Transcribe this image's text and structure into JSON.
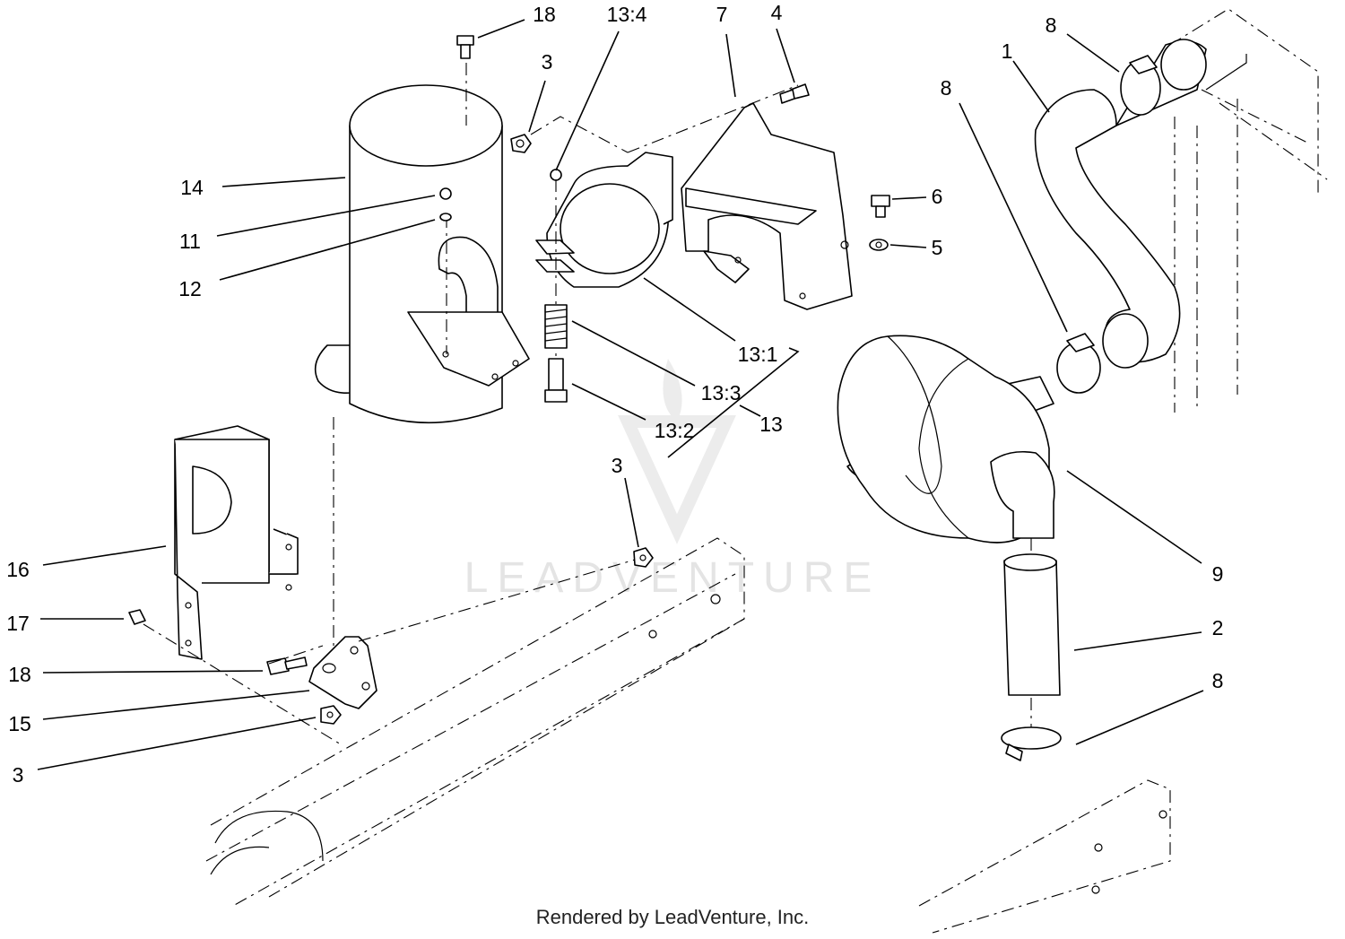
{
  "watermark": "LEADVENTURE",
  "footer": "Rendered by LeadVenture, Inc.",
  "callouts": [
    {
      "id": "c18-top",
      "label": "18"
    },
    {
      "id": "c13-4",
      "label": "13:4"
    },
    {
      "id": "c7",
      "label": "7"
    },
    {
      "id": "c4",
      "label": "4"
    },
    {
      "id": "c3-top",
      "label": "3"
    },
    {
      "id": "c14",
      "label": "14"
    },
    {
      "id": "c11",
      "label": "11"
    },
    {
      "id": "c12",
      "label": "12"
    },
    {
      "id": "c6",
      "label": "6"
    },
    {
      "id": "c5",
      "label": "5"
    },
    {
      "id": "c13-1",
      "label": "13:1"
    },
    {
      "id": "c13-3",
      "label": "13:3"
    },
    {
      "id": "c13",
      "label": "13"
    },
    {
      "id": "c13-2",
      "label": "13:2"
    },
    {
      "id": "c8-top",
      "label": "8"
    },
    {
      "id": "c1",
      "label": "1"
    },
    {
      "id": "c8-mid",
      "label": "8"
    },
    {
      "id": "c9",
      "label": "9"
    },
    {
      "id": "c2",
      "label": "2"
    },
    {
      "id": "c8-bot",
      "label": "8"
    },
    {
      "id": "c3-mid",
      "label": "3"
    },
    {
      "id": "c16",
      "label": "16"
    },
    {
      "id": "c17",
      "label": "17"
    },
    {
      "id": "c18-bot",
      "label": "18"
    },
    {
      "id": "c15",
      "label": "15"
    },
    {
      "id": "c3-bot",
      "label": "3"
    }
  ]
}
